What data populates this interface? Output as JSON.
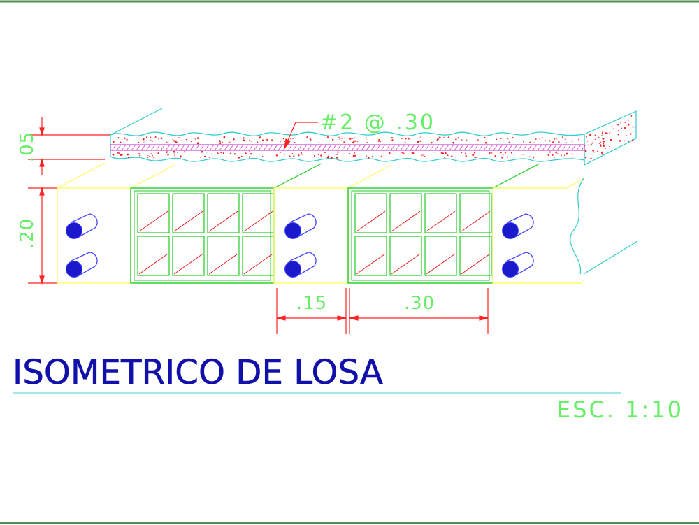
{
  "drawing": {
    "title": "ISOMETRICO DE LOSA",
    "scale": "ESC. 1:10",
    "rebar_note": "#2 @ .30",
    "dim_topping": ".05",
    "dim_height": ".20",
    "dim_joist_width": ".15",
    "dim_block_width": ".30"
  },
  "colors": {
    "frame_border": "#4f8f4f",
    "joist": "#ffff66",
    "block": "#22cc22",
    "topping": "#33cccc",
    "speckle": "#ee2222",
    "rebar": "#cc44cc",
    "dimension": "#ff2222",
    "dim_text": "#66ee66",
    "bar_fill": "#1a1acc",
    "bar_outline": "#4444ff",
    "title_text": "#1111aa",
    "underline": "#66dddd"
  }
}
